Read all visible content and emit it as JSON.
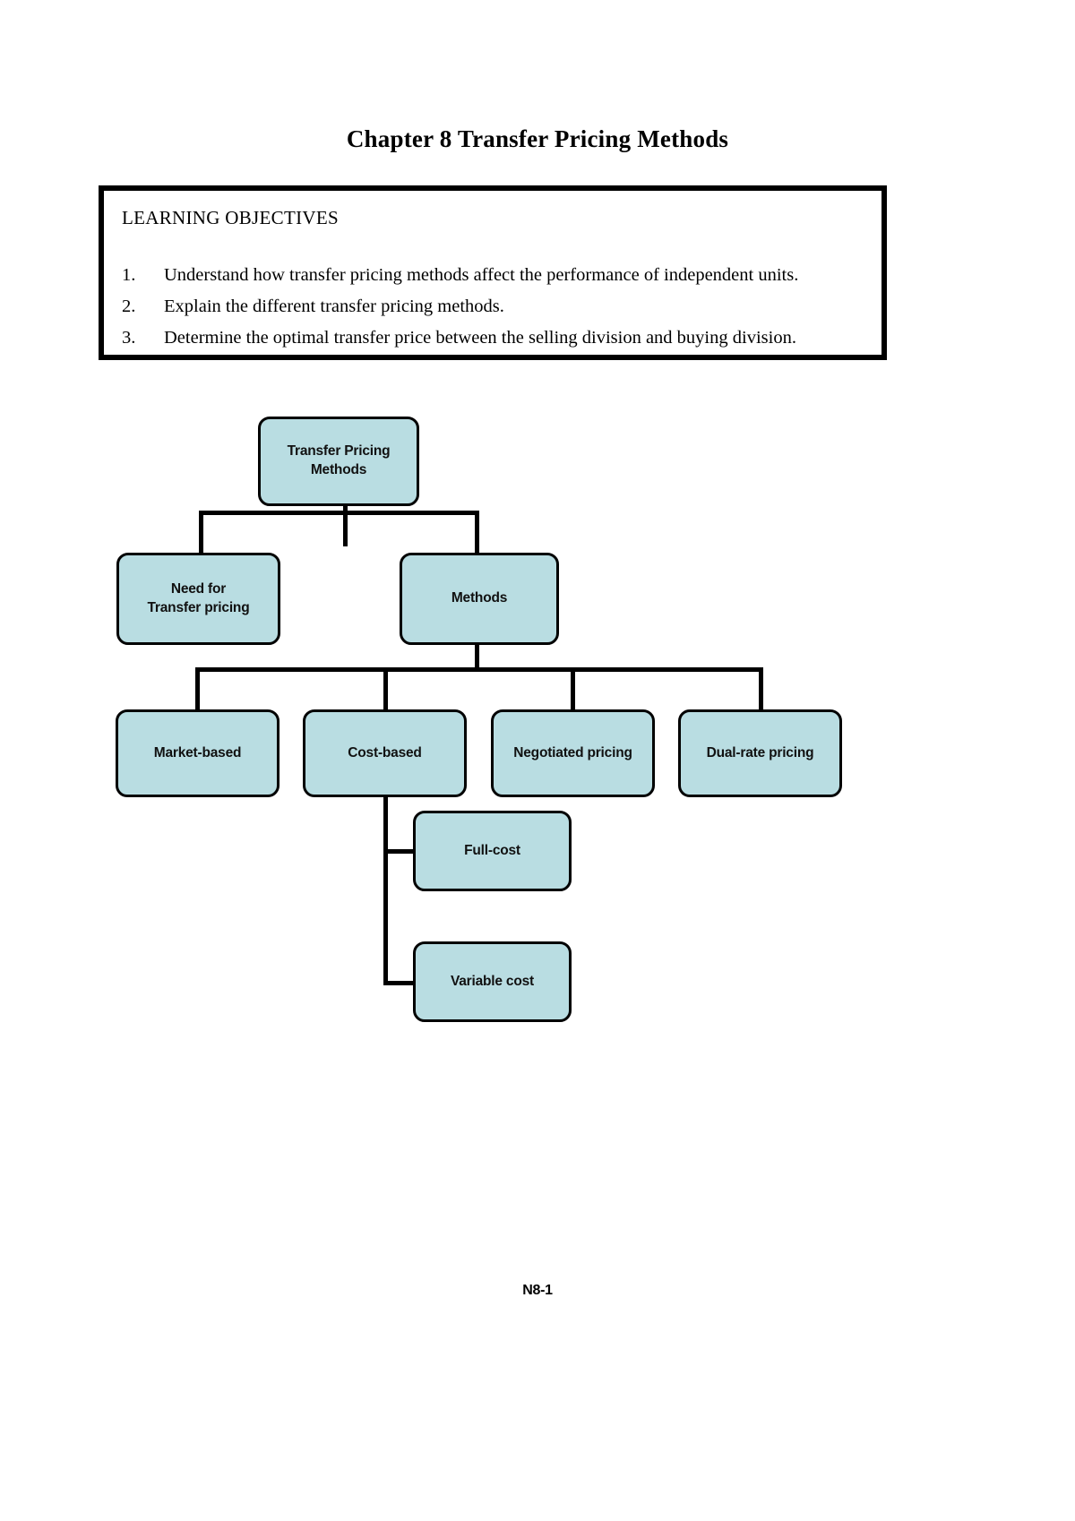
{
  "document": {
    "title": "Chapter 8 Transfer Pricing Methods",
    "footer": "N8-1"
  },
  "learning_objectives": {
    "heading": "LEARNING OBJECTIVES",
    "items": [
      {
        "number": "1.",
        "text": "Understand how transfer pricing methods affect the performance of independent units."
      },
      {
        "number": "2.",
        "text": "Explain the different transfer pricing methods."
      },
      {
        "number": "3.",
        "text": "Determine the optimal transfer price between the selling division and buying division."
      }
    ]
  },
  "diagram": {
    "type": "tree",
    "box_fill": "#b9dde2",
    "box_border": "#000000",
    "nodes": [
      {
        "id": "root",
        "label": "Transfer Pricing\nMethods",
        "line1": "Transfer Pricing",
        "line2": "Methods"
      },
      {
        "id": "need",
        "label": "Need for\nTransfer pricing",
        "line1": "Need for",
        "line2": "Transfer pricing"
      },
      {
        "id": "methods",
        "label": "Methods",
        "line1": "Methods",
        "line2": ""
      },
      {
        "id": "market",
        "label": "Market-based",
        "line1": "Market-based",
        "line2": ""
      },
      {
        "id": "cost",
        "label": "Cost-based",
        "line1": "Cost-based",
        "line2": ""
      },
      {
        "id": "negotiated",
        "label": "Negotiated pricing",
        "line1": "Negotiated pricing",
        "line2": ""
      },
      {
        "id": "dualrate",
        "label": "Dual-rate pricing",
        "line1": "Dual-rate pricing",
        "line2": ""
      },
      {
        "id": "fullcost",
        "label": "Full-cost",
        "line1": "Full-cost",
        "line2": ""
      },
      {
        "id": "varcost",
        "label": "Variable cost",
        "line1": "Variable cost",
        "line2": ""
      }
    ],
    "edges": [
      {
        "from": "root",
        "to": "need"
      },
      {
        "from": "root",
        "to": "methods"
      },
      {
        "from": "methods",
        "to": "market"
      },
      {
        "from": "methods",
        "to": "cost"
      },
      {
        "from": "methods",
        "to": "negotiated"
      },
      {
        "from": "methods",
        "to": "dualrate"
      },
      {
        "from": "cost",
        "to": "fullcost"
      },
      {
        "from": "cost",
        "to": "varcost"
      }
    ]
  }
}
